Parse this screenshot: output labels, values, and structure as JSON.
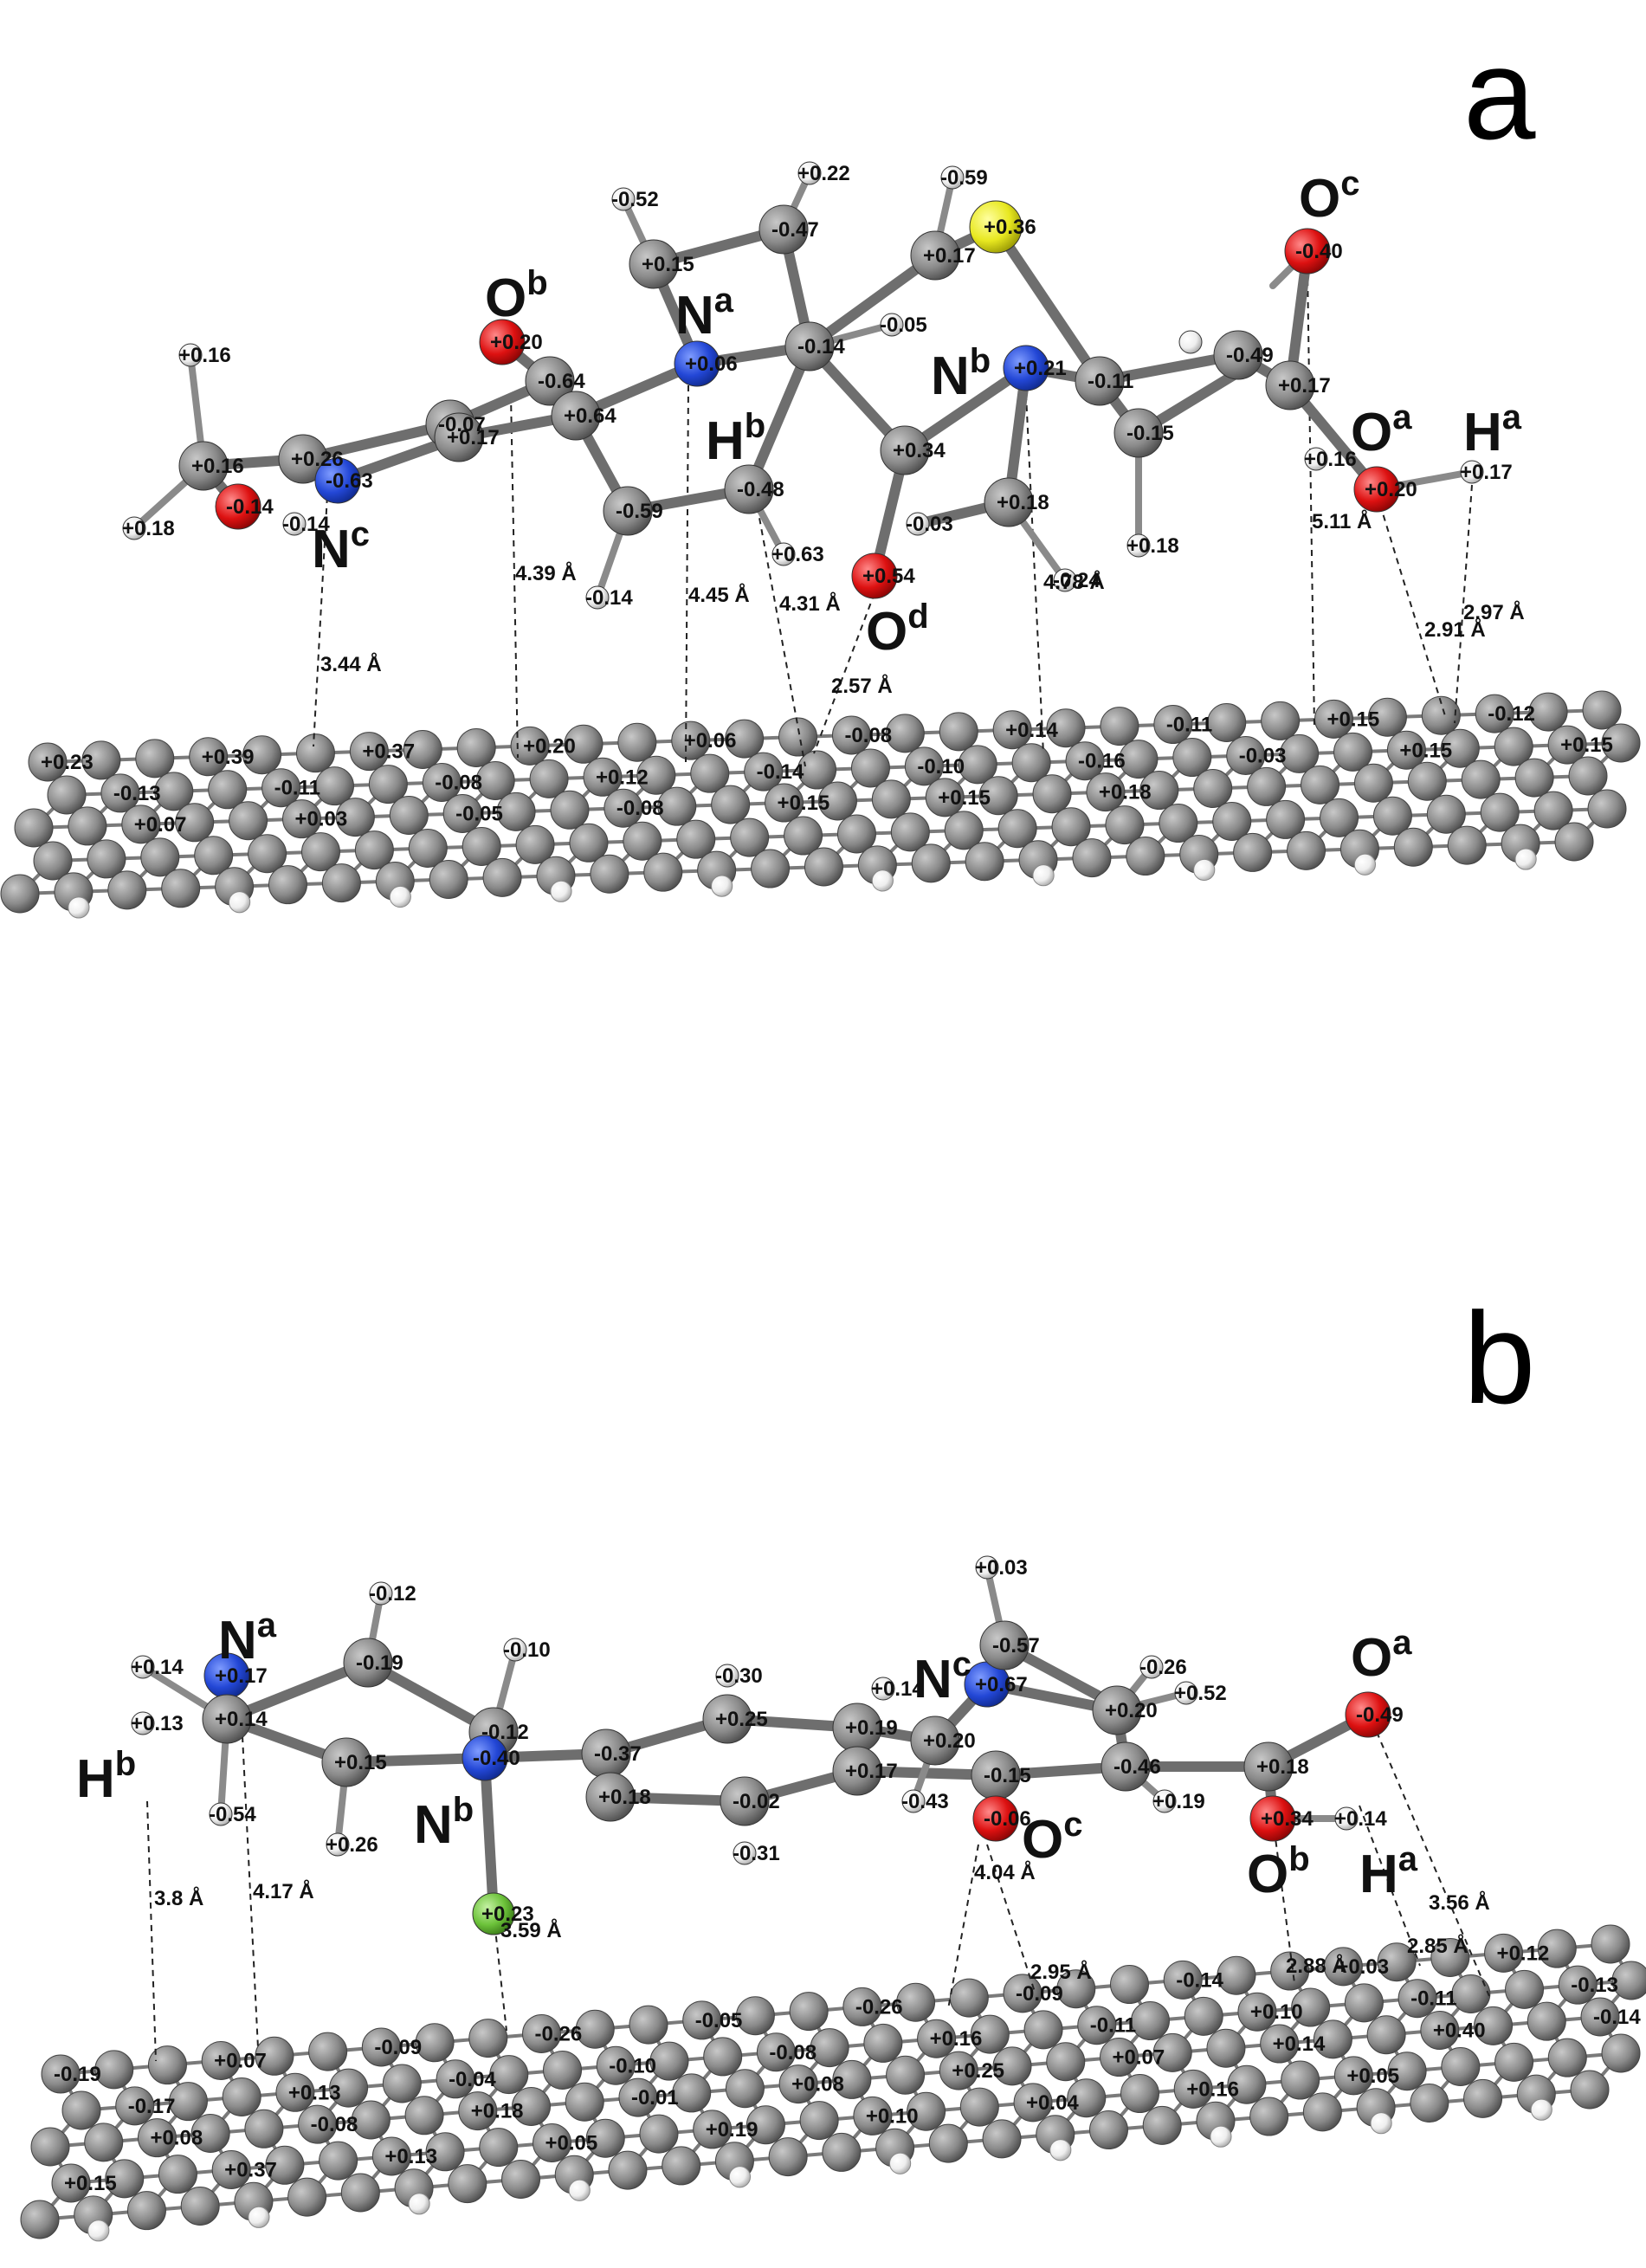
{
  "panels": [
    {
      "letter": "a",
      "atom_labels": [
        {
          "base": "O",
          "sup": "b"
        },
        {
          "base": "N",
          "sup": "a"
        },
        {
          "base": "N",
          "sup": "b"
        },
        {
          "base": "O",
          "sup": "c"
        },
        {
          "base": "H",
          "sup": "b"
        },
        {
          "base": "O",
          "sup": "a"
        },
        {
          "base": "H",
          "sup": "a"
        },
        {
          "base": "N",
          "sup": "c"
        },
        {
          "base": "O",
          "sup": "d"
        }
      ],
      "distances": [
        "3.44 Å",
        "4.39 Å",
        "4.45 Å",
        "4.31 Å",
        "2.57 Å",
        "4.78 Å",
        "5.11 Å",
        "2.91 Å",
        "2.97 Å"
      ],
      "molecule_charges": [
        "+0.16",
        "+0.18",
        "+0.16",
        "-0.14",
        "-0.14",
        "+0.26",
        "-0.63",
        "-0.07",
        "+0.17",
        "+0.20",
        "-0.64",
        "+0.64",
        "-0.59",
        "-0.14",
        "+0.15",
        "-0.52",
        "+0.06",
        "-0.48",
        "+0.63",
        "-0.47",
        "+0.22",
        "-0.14",
        "-0.05",
        "+0.34",
        "+0.54",
        "-0.03",
        "+0.17",
        "-0.59",
        "+0.36",
        "+0.18",
        "-0.24",
        "+0.21",
        "-0.11",
        "-0.15",
        "+0.18",
        "-0.49",
        "+0.17",
        "-0.40",
        "+0.16",
        "+0.20",
        "+0.17"
      ],
      "sheet_charges": [
        "+0.23",
        "+0.39",
        "+0.37",
        "+0.20",
        "+0.06",
        "-0.08",
        "+0.14",
        "-0.11",
        "+0.15",
        "-0.12",
        "-0.13",
        "-0.11",
        "-0.08",
        "+0.12",
        "-0.14",
        "-0.10",
        "-0.16",
        "-0.03",
        "+0.15",
        "+0.15",
        "+0.07",
        "+0.03",
        "-0.05",
        "-0.08",
        "+0.15",
        "+0.15",
        "+0.18"
      ]
    },
    {
      "letter": "b",
      "atom_labels": [
        {
          "base": "N",
          "sup": "a"
        },
        {
          "base": "H",
          "sup": "b"
        },
        {
          "base": "N",
          "sup": "b"
        },
        {
          "base": "N",
          "sup": "c"
        },
        {
          "base": "O",
          "sup": "a"
        },
        {
          "base": "O",
          "sup": "c"
        },
        {
          "base": "O",
          "sup": "b"
        },
        {
          "base": "H",
          "sup": "a"
        }
      ],
      "distances": [
        "3.8 Å",
        "4.17 Å",
        "3.59 Å",
        "4.04 Å",
        "2.95 Å",
        "2.88 Å",
        "2.85 Å",
        "3.56 Å"
      ],
      "molecule_charges": [
        "+0.14",
        "+0.13",
        "+0.17",
        "+0.14",
        "-0.54",
        "-0.19",
        "-0.12",
        "+0.15",
        "+0.26",
        "-0.12",
        "-0.10",
        "-0.40",
        "+0.23",
        "-0.37",
        "+0.18",
        "+0.25",
        "-0.30",
        "-0.02",
        "-0.31",
        "+0.19",
        "+0.17",
        "+0.20",
        "-0.43",
        "+0.67",
        "-0.57",
        "+0.03",
        "-0.15",
        "-0.06",
        "+0.20",
        "-0.26",
        "+0.52",
        "-0.46",
        "+0.19",
        "+0.18",
        "-0.49",
        "+0.34",
        "+0.14",
        "+0.14"
      ],
      "sheet_charges": [
        "-0.19",
        "+0.07",
        "-0.09",
        "-0.26",
        "-0.05",
        "-0.26",
        "-0.09",
        "-0.14",
        "+0.03",
        "+0.12",
        "-0.17",
        "+0.13",
        "-0.04",
        "-0.10",
        "-0.08",
        "+0.16",
        "-0.11",
        "+0.10",
        "-0.11",
        "-0.13",
        "+0.08",
        "-0.08",
        "+0.18",
        "-0.01",
        "+0.08",
        "+0.25",
        "+0.07",
        "+0.14",
        "+0.40",
        "-0.14",
        "+0.15",
        "+0.37",
        "+0.13",
        "+0.05",
        "+0.19",
        "+0.10",
        "+0.04",
        "+0.16",
        "+0.05"
      ]
    }
  ],
  "colors": {
    "carbon": "#8a8a8a",
    "nitrogen": "#2347d6",
    "oxygen": "#dd1111",
    "hydrogen": "#eeeeee",
    "sulfur": "#e8e820",
    "chlorine": "#6cc23a",
    "bond": "#6e6e6e",
    "sheet": "#6f6f6f"
  }
}
